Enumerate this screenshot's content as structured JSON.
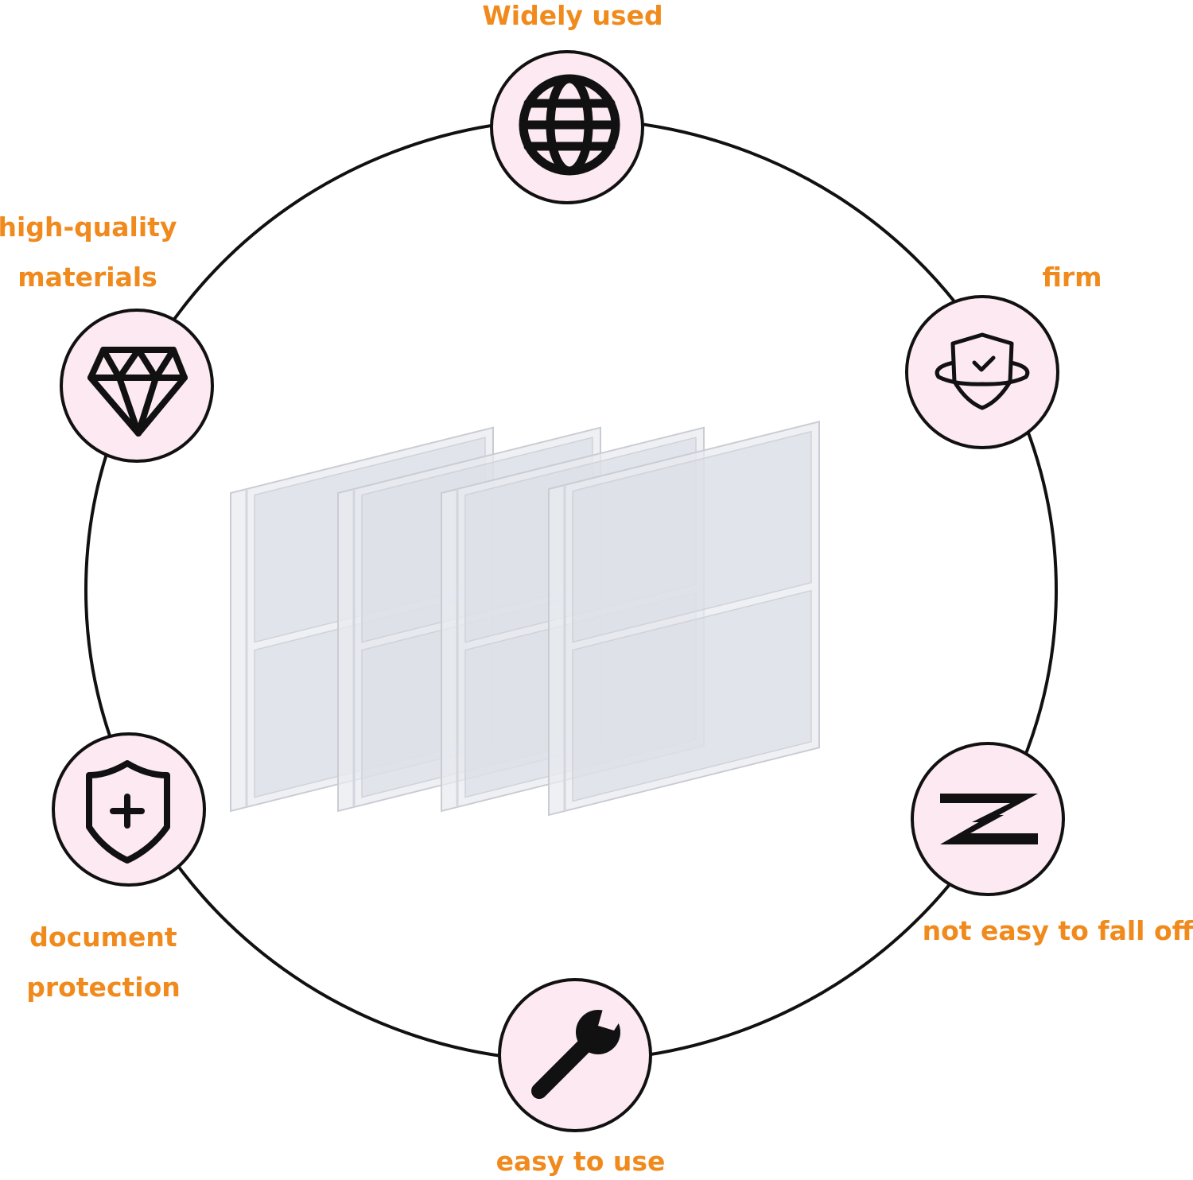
{
  "features": [
    {
      "label_lines": [
        "Widely used"
      ],
      "icon": "globe-icon"
    },
    {
      "label_lines": [
        "high-quality",
        "materials"
      ],
      "icon": "diamond-icon"
    },
    {
      "label_lines": [
        "firm"
      ],
      "icon": "shield-check-icon"
    },
    {
      "label_lines": [
        "document",
        "protection"
      ],
      "icon": "shield-plus-icon"
    },
    {
      "label_lines": [
        "not easy to fall off"
      ],
      "icon": "z-lock-icon"
    },
    {
      "label_lines": [
        "easy to use"
      ],
      "icon": "wrench-icon"
    }
  ],
  "colors": {
    "label": "#f08a1c",
    "icon_fill": "#fce9f1",
    "outline": "#111111"
  }
}
